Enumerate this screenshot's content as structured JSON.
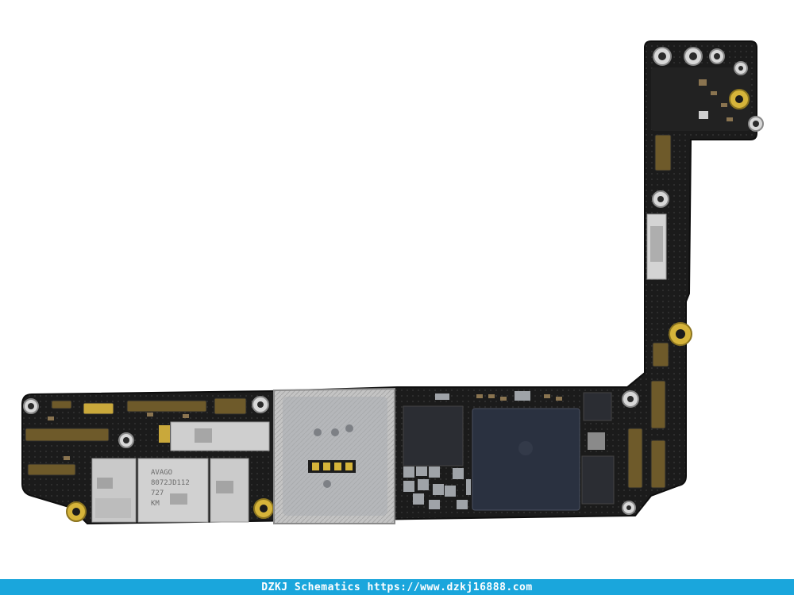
{
  "chip_label": {
    "line1": "AVAGO",
    "line2": "8072JD112",
    "line3": "727",
    "line4": "KM"
  },
  "footer": {
    "brand": "DZKJ Schematics",
    "url": "https://www.dzkj16888.com"
  },
  "colors": {
    "background": "#ffffff",
    "board": "#1b1b1b",
    "shield": "#b9b9b9",
    "gold": "#d6b43a",
    "soc": "#2a3140",
    "footer_bg": "#1aa6dc",
    "footer_text": "#ffffff"
  }
}
